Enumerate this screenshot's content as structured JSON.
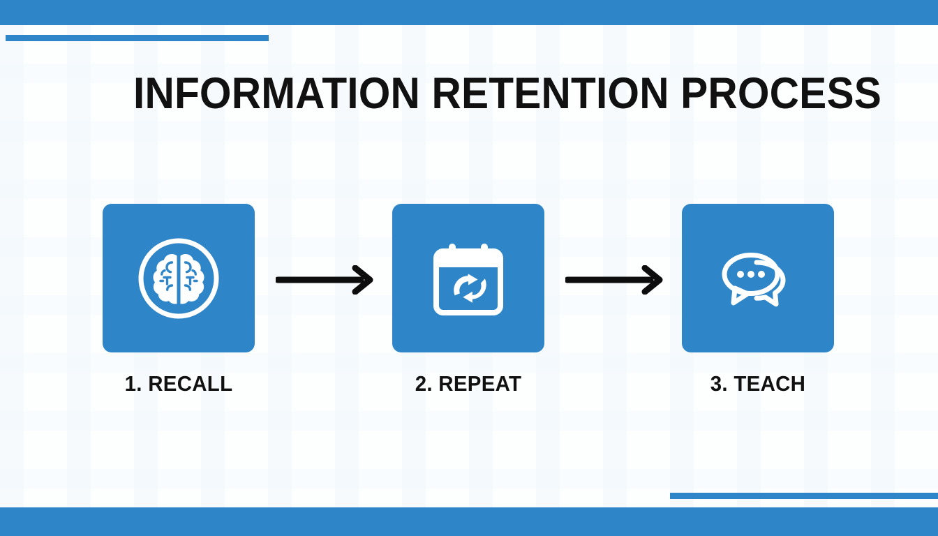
{
  "slide": {
    "title": "INFORMATION RETENTION PROCESS",
    "background_color": "#fdfefe",
    "accent_color": "#2E86C8",
    "text_color": "#111111"
  },
  "decor": {
    "top_bar": "top-blue-band",
    "top_accent_bar": "top-left-accent-rule",
    "bottom_accent_bar": "bottom-right-accent-rule",
    "bottom_bar": "bottom-blue-band"
  },
  "steps": [
    {
      "number": "1",
      "label": "1. RECALL",
      "icon": "brain-in-circle-icon",
      "box_color": "#2E86C8"
    },
    {
      "number": "2",
      "label": "2. REPEAT",
      "icon": "calendar-refresh-icon",
      "box_color": "#2E86C8"
    },
    {
      "number": "3",
      "label": "3. TEACH",
      "icon": "speech-bubbles-icon",
      "box_color": "#2E86C8"
    }
  ],
  "connectors": [
    {
      "icon": "arrow-right-icon",
      "from": "1. RECALL",
      "to": "2. REPEAT"
    },
    {
      "icon": "arrow-right-icon",
      "from": "2. REPEAT",
      "to": "3. TEACH"
    }
  ]
}
